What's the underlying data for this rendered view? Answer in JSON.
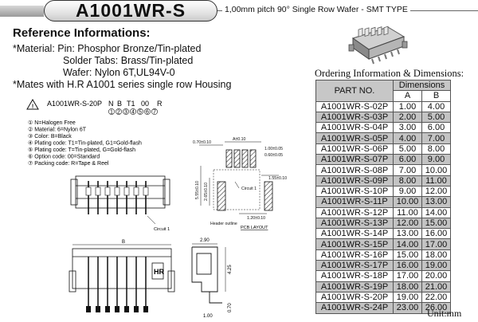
{
  "title": "A1001WR-S",
  "subtitle": "1,00mm pitch 90° Single Row Wafer - SMT TYPE",
  "reference": {
    "heading": "Reference Informations:",
    "lines": [
      "*Material: Pin: Phosphor Bronze/Tin-plated",
      "Solder Tabs: Brass/Tin-plated",
      "Wafer: Nylon 6T,UL94V-0",
      "*Mates with H.R A1001 series single row Housing"
    ]
  },
  "part_code": {
    "model": "A1001WR-S-20P",
    "codes": [
      "N",
      "B",
      "T1",
      "00",
      "R"
    ],
    "numbers": [
      "1",
      "2",
      "3",
      "4",
      "5",
      "6",
      "7"
    ],
    "notes": [
      "① N=Halogen Free",
      "② Material: 6=Nylon 6T",
      "③ Color: B=Black",
      "④ Plating code: T1=Tin-plated, G1=Gold-flash",
      "⑤ Plating code: T=Tin-plated, G=Gold-flash",
      "⑥ Option code: 00=Standard",
      "⑦ Packing code: R=Tape & Reel"
    ]
  },
  "drawing": {
    "circuit1_a": "Circuit 1",
    "circuit1_b": "Circuit 1",
    "header_outline": "Header outline",
    "pcb_layout": "PCB LAYOUT",
    "dims": {
      "d070": "0.70±0.10",
      "a": "A±0.10",
      "d100": "1.00±0.05",
      "d060": "0.60±0.05",
      "d155": "1.55±0.10",
      "d555": "5.55±0.10",
      "d265": "2.65±0.10",
      "d120": "1.20±0.10",
      "d290": "2.90",
      "d425": "4.25",
      "d070b": "0.70",
      "d100b": "1.00",
      "b": "B",
      "logo": "HR"
    }
  },
  "ordering": {
    "title": "Ordering Information & Dimensions:",
    "col_part": "PART NO.",
    "col_dims": "Dimensions",
    "col_a": "A",
    "col_b": "B",
    "rows": [
      {
        "part": "A1001WR-S-02P",
        "a": "1.00",
        "b": "4.00"
      },
      {
        "part": "A1001WR-S-03P",
        "a": "2.00",
        "b": "5.00"
      },
      {
        "part": "A1001WR-S-04P",
        "a": "3.00",
        "b": "6.00"
      },
      {
        "part": "A1001WR-S-05P",
        "a": "4.00",
        "b": "7.00"
      },
      {
        "part": "A1001WR-S-06P",
        "a": "5.00",
        "b": "8.00"
      },
      {
        "part": "A1001WR-S-07P",
        "a": "6.00",
        "b": "9.00"
      },
      {
        "part": "A1001WR-S-08P",
        "a": "7.00",
        "b": "10.00"
      },
      {
        "part": "A1001WR-S-09P",
        "a": "8.00",
        "b": "11.00"
      },
      {
        "part": "A1001WR-S-10P",
        "a": "9.00",
        "b": "12.00"
      },
      {
        "part": "A1001WR-S-11P",
        "a": "10.00",
        "b": "13.00"
      },
      {
        "part": "A1001WR-S-12P",
        "a": "11.00",
        "b": "14.00"
      },
      {
        "part": "A1001WR-S-13P",
        "a": "12.00",
        "b": "15.00"
      },
      {
        "part": "A1001WR-S-14P",
        "a": "13.00",
        "b": "16.00"
      },
      {
        "part": "A1001WR-S-15P",
        "a": "14.00",
        "b": "17.00"
      },
      {
        "part": "A1001WR-S-16P",
        "a": "15.00",
        "b": "18.00"
      },
      {
        "part": "A1001WR-S-17P",
        "a": "16.00",
        "b": "19.00"
      },
      {
        "part": "A1001WR-S-18P",
        "a": "17.00",
        "b": "20.00"
      },
      {
        "part": "A1001WR-S-19P",
        "a": "18.00",
        "b": "21.00"
      },
      {
        "part": "A1001WR-S-20P",
        "a": "19.00",
        "b": "22.00"
      },
      {
        "part": "A1001WR-S-24P",
        "a": "23.00",
        "b": "26.00"
      }
    ],
    "unit": "Unit:mm"
  }
}
